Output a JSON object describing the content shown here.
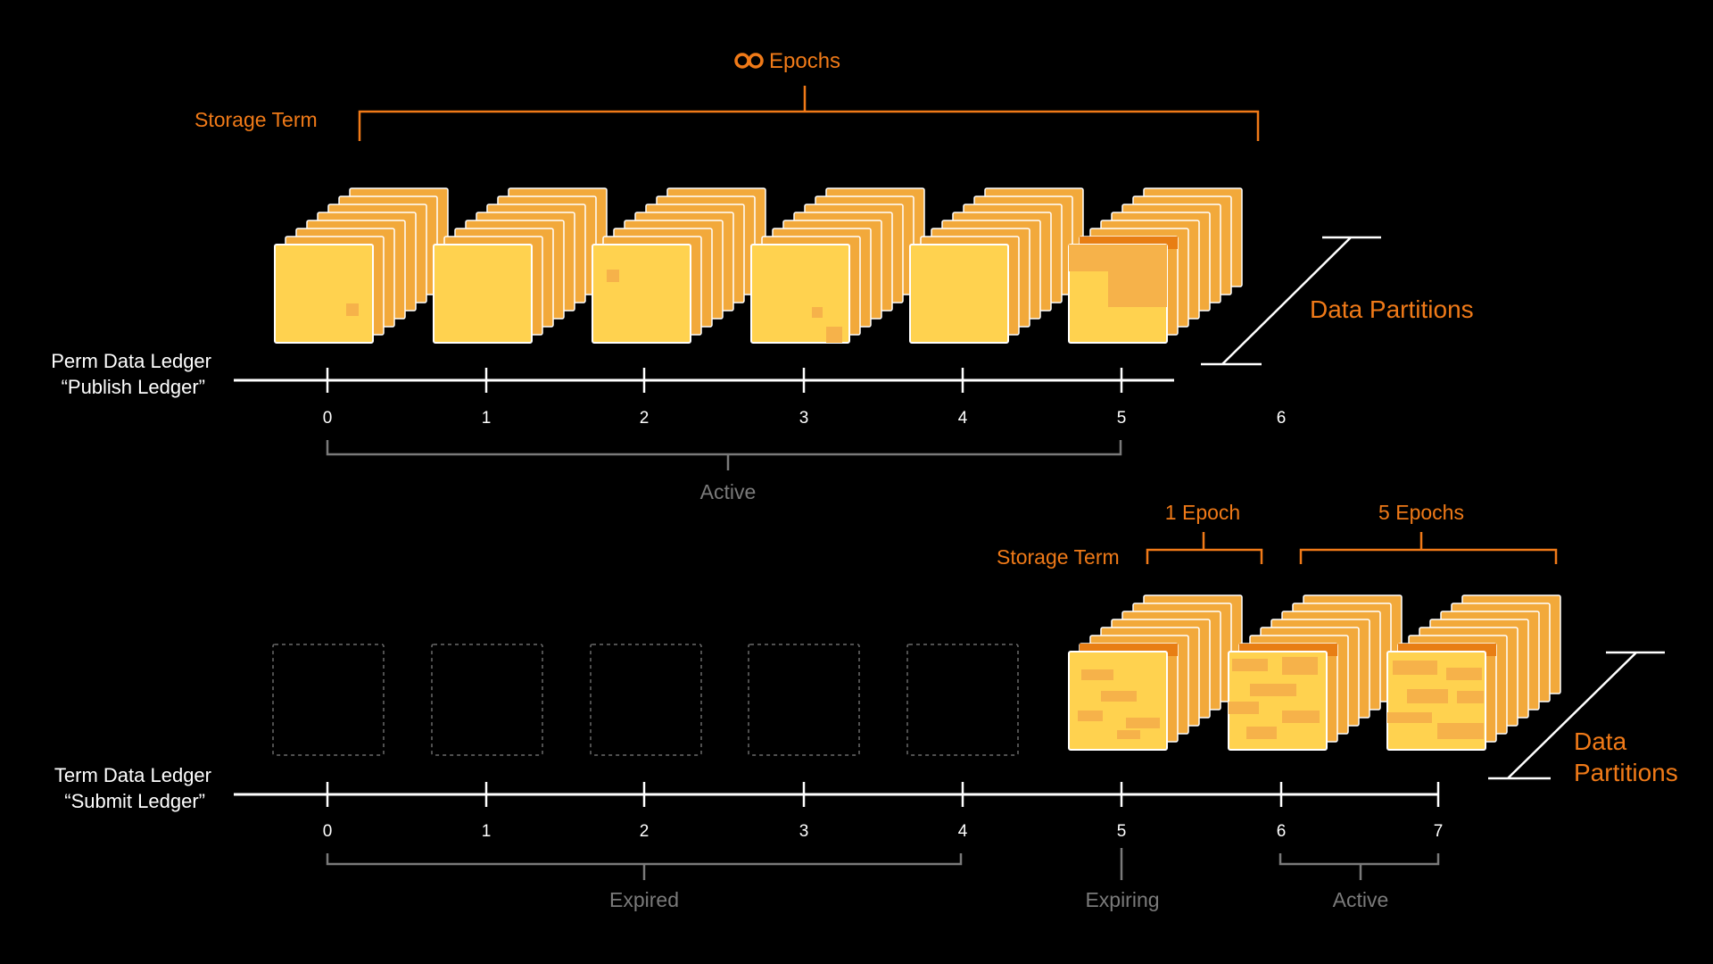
{
  "colors": {
    "background": "#000000",
    "accent": "#F07A18",
    "line": "#FFFFFF",
    "bracket_gray": "#7A7A7A",
    "partition_front": "#FFD24F",
    "partition_back": "#F2A93B",
    "partition_patch": "#F6B24A",
    "partition_top_dark": "#E87E14",
    "expired_outline": "#6A6A6A"
  },
  "perm": {
    "label_line1": "Perm Data Ledger",
    "label_line2": "“Publish Ledger”",
    "ticks": [
      "0",
      "1",
      "2",
      "3",
      "4",
      "5",
      "6"
    ],
    "term_label": "Storage Term",
    "epochs_label": "Epochs",
    "infinity_icon": "infinity-icon",
    "active_label": "Active",
    "partitions_label": "Data Partitions"
  },
  "term": {
    "label_line1": "Term Data Ledger",
    "label_line2": "“Submit Ledger”",
    "ticks": [
      "0",
      "1",
      "2",
      "3",
      "4",
      "5",
      "6",
      "7"
    ],
    "term_label": "Storage Term",
    "epoch1_label": "1 Epoch",
    "epoch5_label": "5 Epochs",
    "expired_label": "Expired",
    "expiring_label": "Expiring",
    "active_label": "Active",
    "partitions_line1": "Data",
    "partitions_line2": "Partitions"
  }
}
